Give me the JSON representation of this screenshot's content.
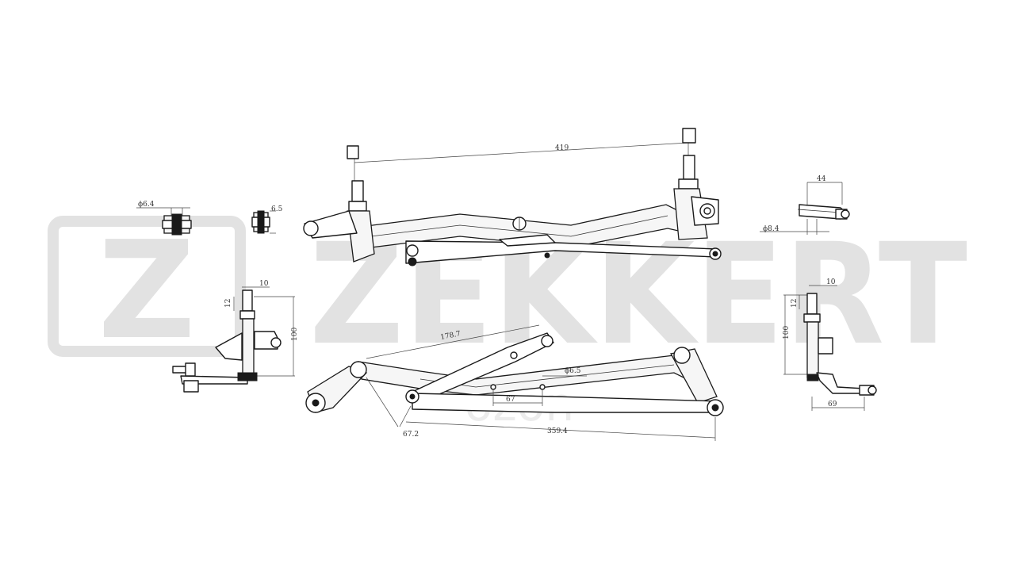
{
  "watermark": {
    "brand": "ZEKKERT",
    "logo_letter": "Z",
    "secondary": "ozon"
  },
  "dimensions": {
    "spindle_distance": "419",
    "bushing_left_diameter": "ϕ6.4",
    "bushing_right_height": "6.5",
    "left_spindle_width": "10",
    "left_spindle_top": "12",
    "left_spindle_height": "100",
    "right_spindle_width": "10",
    "right_spindle_top": "12",
    "right_spindle_height": "100",
    "right_arm_length": "44",
    "right_arm_diameter": "ϕ8.4",
    "right_crank_length": "69",
    "link_length": "178.7",
    "hole_diameter": "ϕ6.5",
    "hole_spacing": "67",
    "crank_length": "67.2",
    "rod_length": "359.4"
  },
  "colors": {
    "watermark": "#e2e2e2",
    "line": "#1a1a1a",
    "background": "#ffffff"
  }
}
